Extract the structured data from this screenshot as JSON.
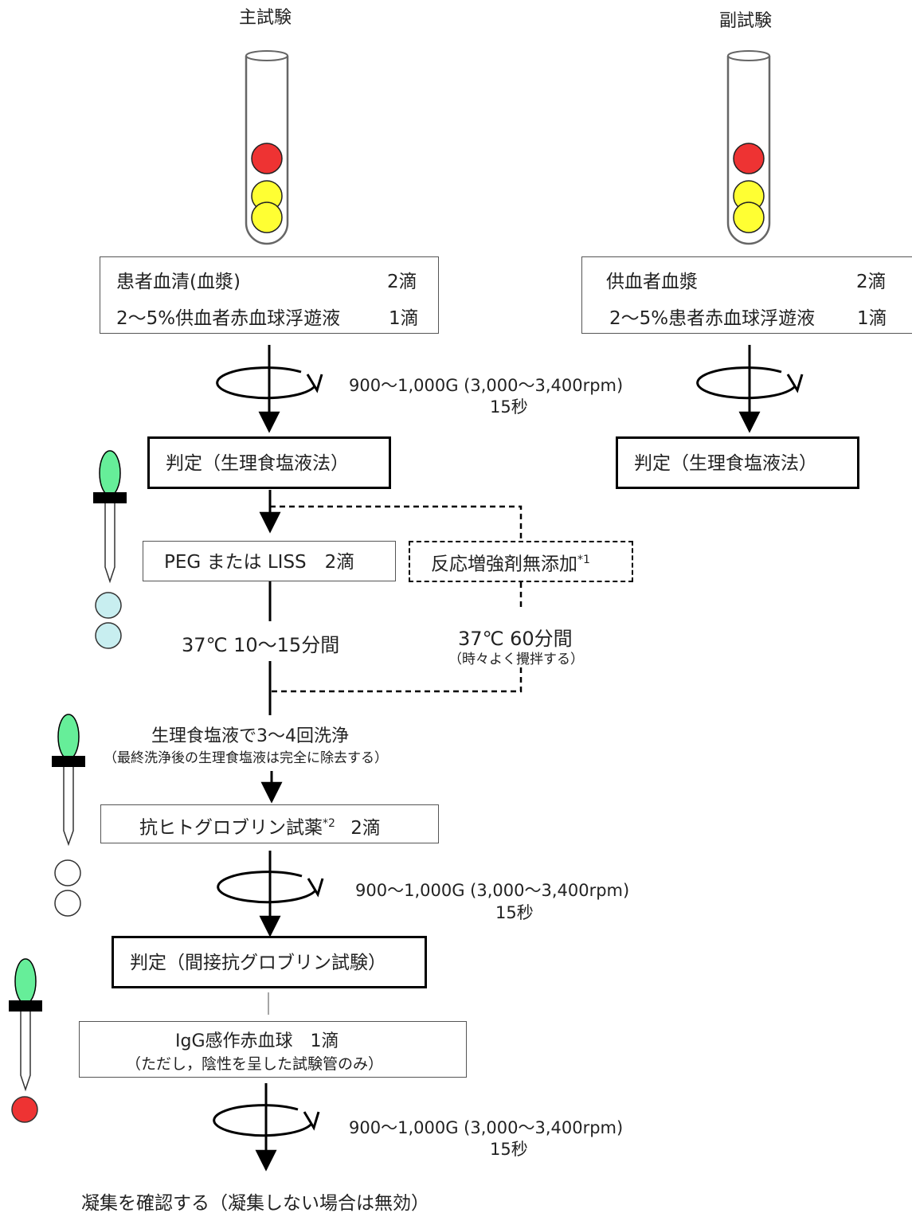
{
  "headings": {
    "main_test": "主試験",
    "minor_test": "副試験"
  },
  "main_mix": {
    "line1_label": "患者血清(血漿)",
    "line1_amount": "2滴",
    "line2_label": "2～5%供血者赤血球浮遊液",
    "line2_amount": "1滴"
  },
  "minor_mix": {
    "line1_label": "供血者血漿",
    "line1_amount": "2滴",
    "line2_label": "2～5%患者赤血球浮遊液",
    "line2_amount": "1滴"
  },
  "centrifuge": {
    "speed": "900～1,000G (3,000～3,400rpm)",
    "time": "15秒"
  },
  "judge_saline": "判定（生理食塩液法）",
  "peg": "PEG または LISS　2滴",
  "no_enhancer": {
    "text": "反応増強剤無添加",
    "note": "*1"
  },
  "incubate_peg": "37℃ 10～15分間",
  "incubate_plain": {
    "line1": "37℃ 60分間",
    "line2": "（時々よく攪拌する）"
  },
  "wash": {
    "line1": "生理食塩液で3～4回洗浄",
    "line2": "（最終洗浄後の生理食塩液は完全に除去する）"
  },
  "ahg": {
    "text": "抗ヒトグロブリン試薬",
    "note": "*2",
    "amount": "2滴"
  },
  "judge_iat": "判定（間接抗グロブリン試験）",
  "igg_cells": {
    "line1": "IgG感作赤血球　1滴",
    "line2": "（ただし，陰性を呈した試験管のみ）"
  },
  "final": "凝集を確認する（凝集しない場合は無効）",
  "colors": {
    "red_cell": "#ee3333",
    "serum_yellow": "#ffff33",
    "reagent_cyan": "#c8eef0",
    "dropper_green": "#66ee99",
    "ahg_drop": "#ffffff",
    "igg_drop": "#ee3333"
  }
}
